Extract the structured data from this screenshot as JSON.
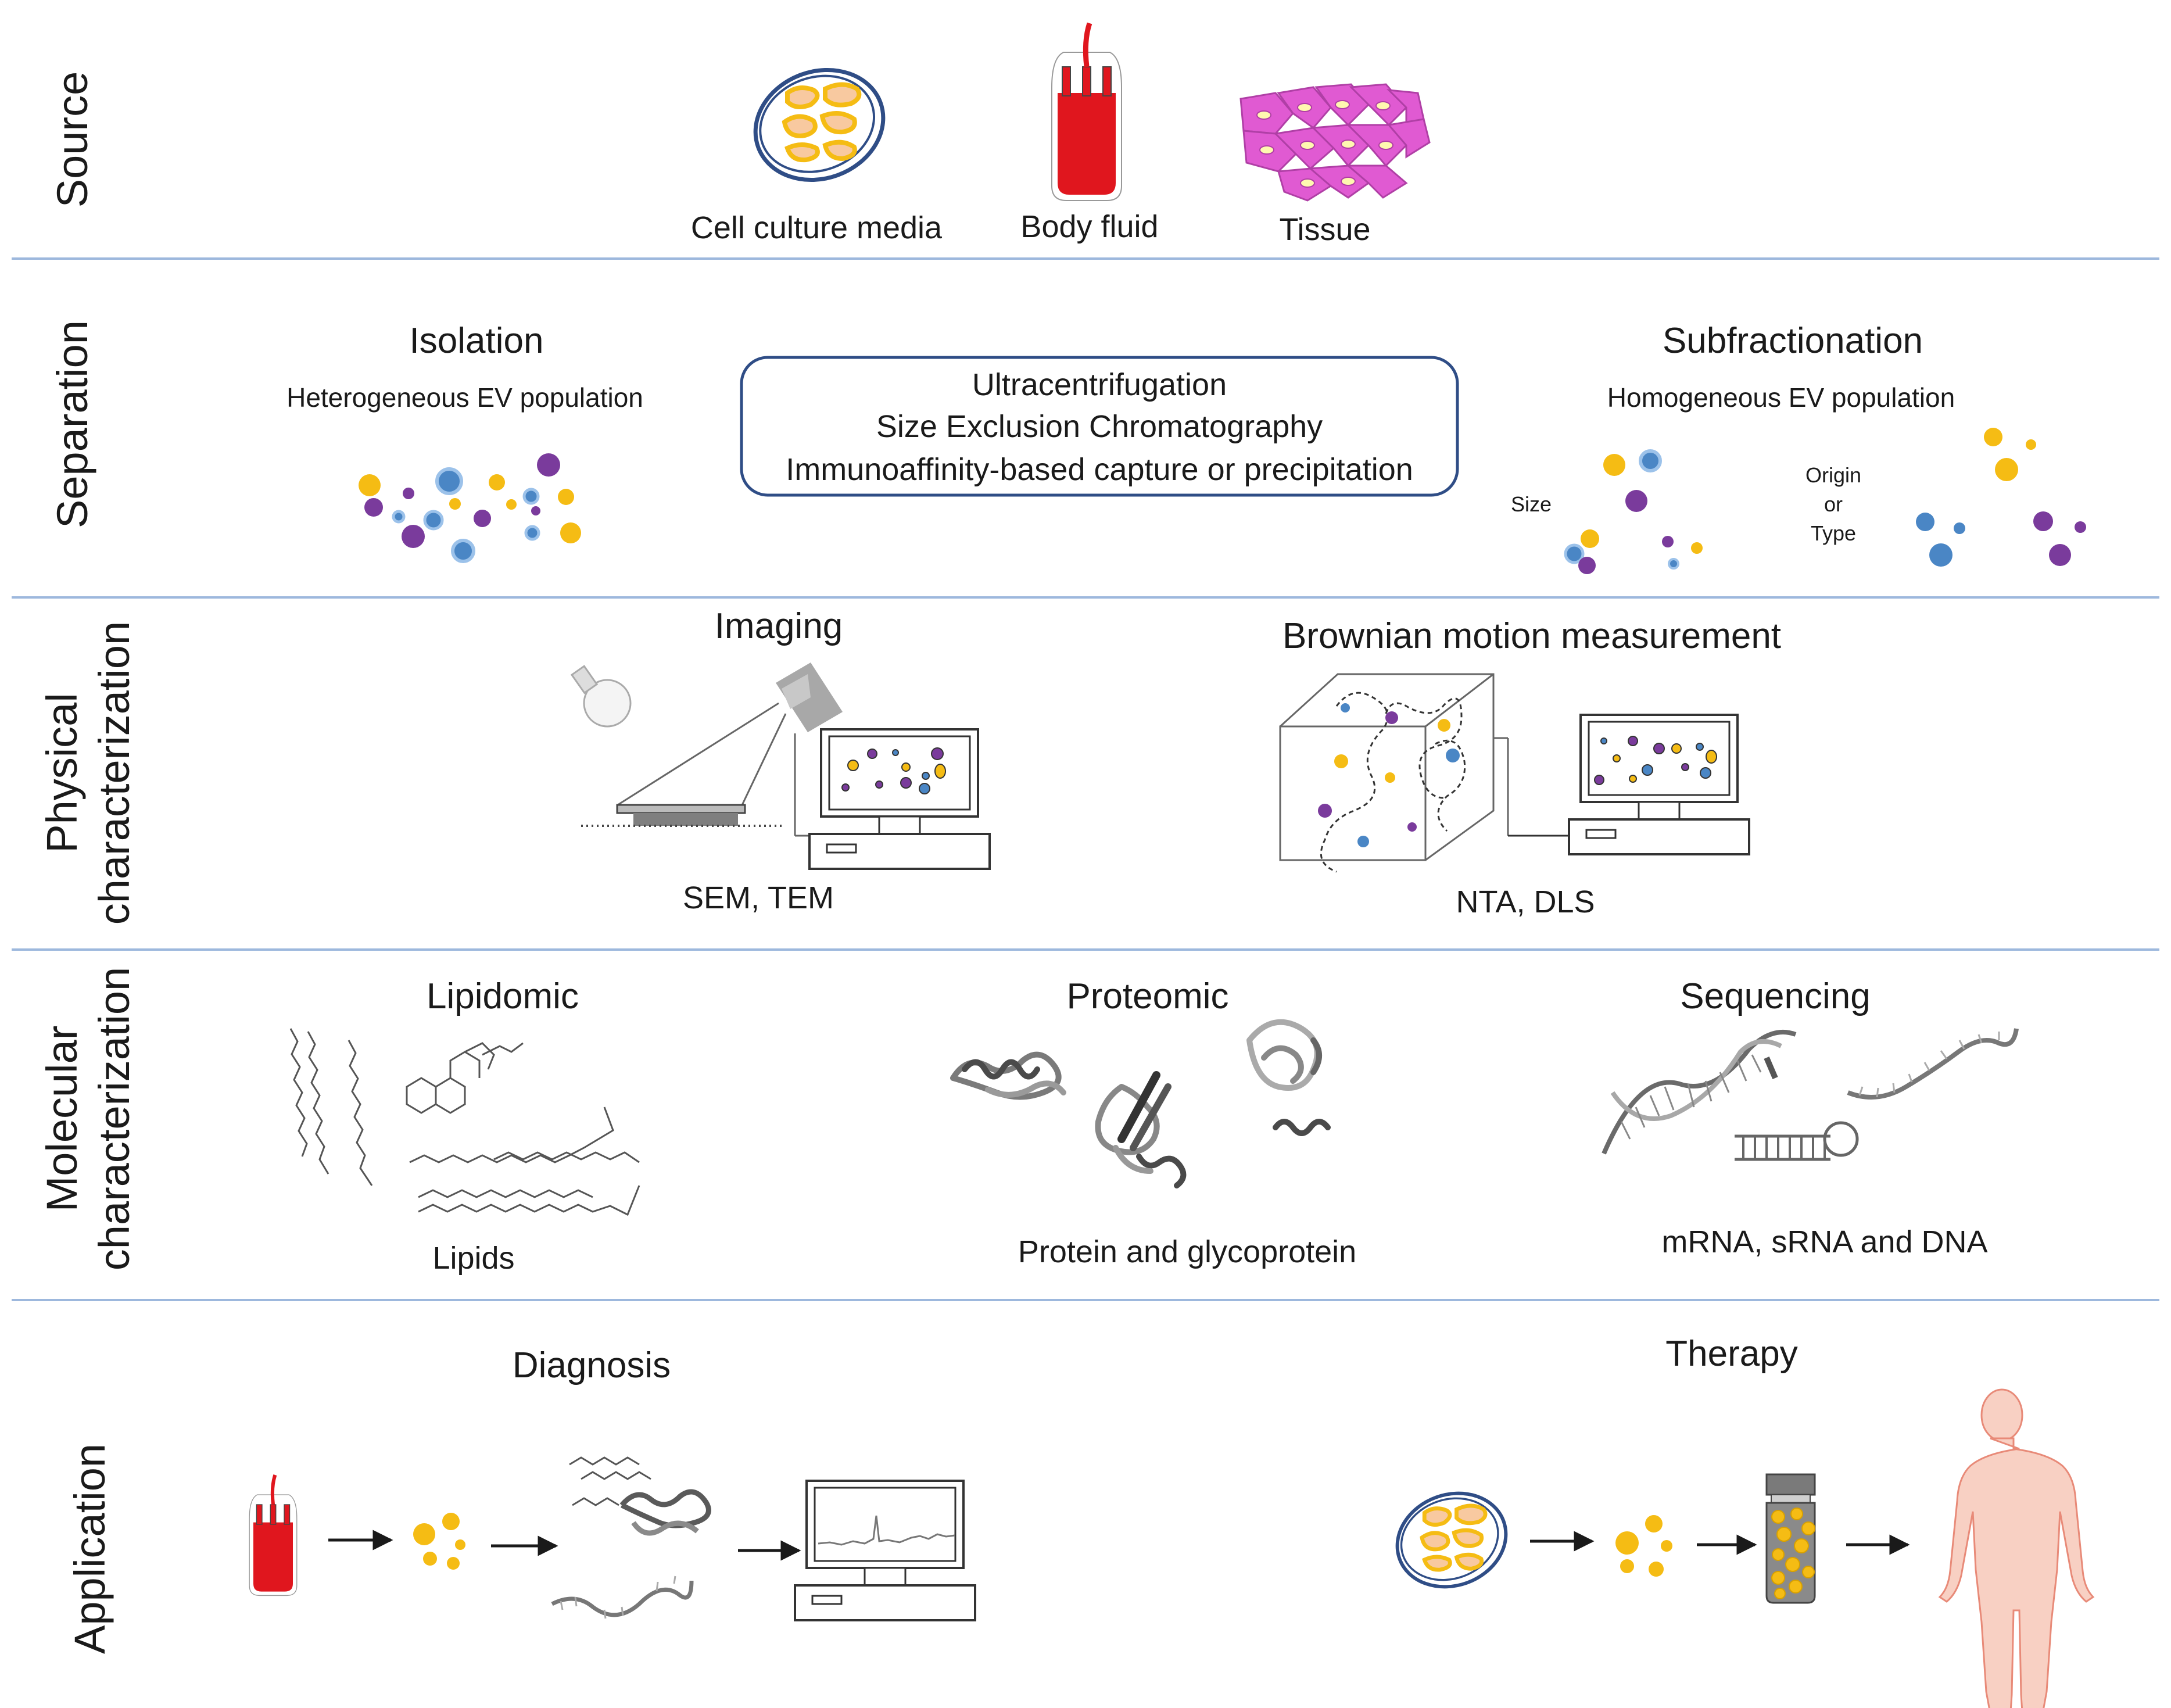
{
  "rows": [
    {
      "label": "Source"
    },
    {
      "label": "Separation"
    },
    {
      "label": "Physical",
      "label2": "characterization"
    },
    {
      "label": "Molecular",
      "label2": "characterization"
    },
    {
      "label": "Application"
    }
  ],
  "source": {
    "items": [
      "Cell culture media",
      "Body fluid",
      "Tissue"
    ]
  },
  "separation": {
    "isolation_title": "Isolation",
    "isolation_sub": "Heterogeneous EV population",
    "methods": [
      "Ultracentrifugation",
      "Size Exclusion Chromatography",
      "Immunoaffinity-based capture or precipitation"
    ],
    "subfraction_title": "Subfractionation",
    "subfraction_sub": "Homogeneous EV population",
    "size_label": "Size",
    "origin_label": [
      "Origin",
      "or",
      "Type"
    ]
  },
  "physical": {
    "imaging_title": "Imaging",
    "imaging_caption": "SEM, TEM",
    "brownian_title": "Brownian motion measurement",
    "brownian_caption": "NTA, DLS"
  },
  "molecular": {
    "lipidomic_title": "Lipidomic",
    "lipidomic_caption": "Lipids",
    "proteomic_title": "Proteomic",
    "proteomic_caption": "Protein and glycoprotein",
    "sequencing_title": "Sequencing",
    "sequencing_caption": "mRNA, sRNA and DNA"
  },
  "application": {
    "diagnosis_title": "Diagnosis",
    "therapy_title": "Therapy"
  },
  "colors": {
    "yellow": "#f5bc14",
    "blue": "#4a86c5",
    "purple": "#7a3b9c",
    "blood": "#e0161e",
    "tissue": "#e05ad2",
    "divider": "#9db8dd",
    "skin": "#f8d0c3"
  }
}
